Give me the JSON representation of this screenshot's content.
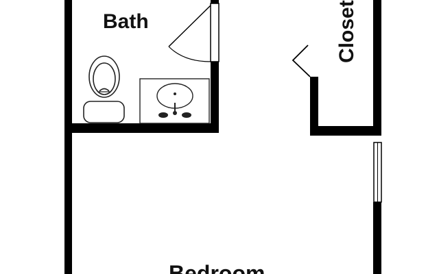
{
  "rooms": {
    "bath": "Bath",
    "closet": "Closet",
    "bedroom": "Bedroom"
  },
  "colors": {
    "wall": "#000000",
    "background": "#ffffff",
    "fixture_stroke": "#222222"
  }
}
